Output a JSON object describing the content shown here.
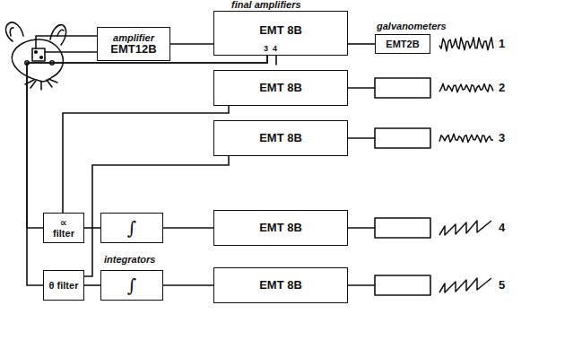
{
  "diagram": {
    "nodes": [
      {
        "text": [
          "amplifier",
          "EMT12B"
        ]
      },
      {
        "text": [
          "EMT 8B"
        ]
      },
      {
        "text": [
          "EMT2B"
        ]
      },
      {
        "text": [
          "EMT 8B"
        ]
      },
      {
        "text": [
          "EMT 8B"
        ]
      },
      {
        "text": [
          "∝ filter"
        ]
      },
      {
        "text": [
          "∫"
        ]
      },
      {
        "text": [
          "EMT 8B"
        ]
      },
      {
        "text": [
          "θ filter"
        ]
      },
      {
        "text": [
          "∫"
        ]
      },
      {
        "text": [
          "EMT 8B"
        ]
      }
    ],
    "edges": [
      {
        "from": 0,
        "to": 1,
        "arrow": "none"
      },
      {
        "from": 1,
        "to": 2,
        "arrow": "none"
      },
      {
        "from": 1,
        "to": 5,
        "arrow": "none"
      },
      {
        "from": 1,
        "to": 8,
        "arrow": "none"
      },
      {
        "from": 5,
        "to": 3,
        "arrow": "none"
      },
      {
        "from": 8,
        "to": 4,
        "arrow": "none"
      },
      {
        "from": 5,
        "to": 6,
        "arrow": "none"
      },
      {
        "from": 6,
        "to": 7,
        "arrow": "none"
      },
      {
        "from": 8,
        "to": 9,
        "arrow": "none"
      },
      {
        "from": 9,
        "to": 10,
        "arrow": "none"
      }
    ],
    "labels": [
      "final amplifiers",
      "galvanometers",
      "3",
      "4",
      "integrators",
      "1",
      "2",
      "3",
      "4",
      "5"
    ]
  }
}
